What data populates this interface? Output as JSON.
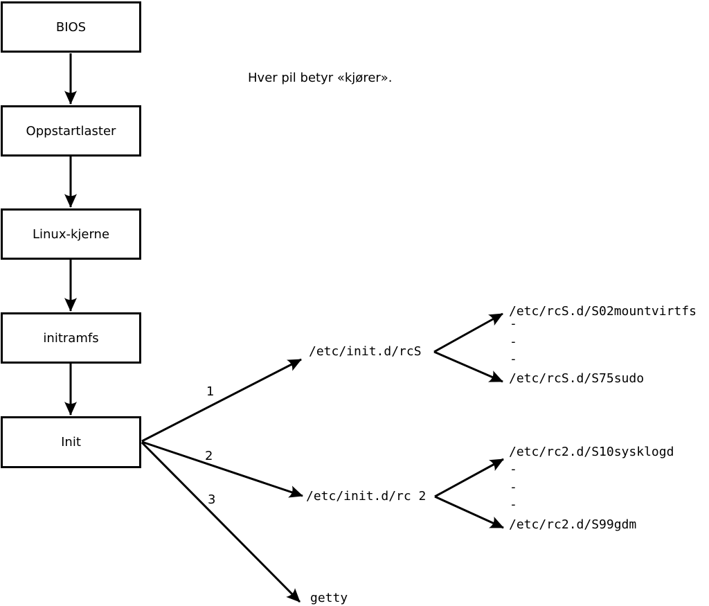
{
  "note": "Hver pil betyr «kjører».",
  "colors": {
    "background": "#ffffff",
    "line": "#000000",
    "box_fill": "#ffffff",
    "text": "#000000"
  },
  "boot_chain": [
    {
      "label": "BIOS"
    },
    {
      "label": "Oppstartlaster"
    },
    {
      "label": "Linux-kjerne"
    },
    {
      "label": "initramfs"
    },
    {
      "label": "Init"
    }
  ],
  "init_branches": [
    {
      "number": "1",
      "target": "/etc/init.d/rcS"
    },
    {
      "number": "2",
      "target": "/etc/init.d/rc 2"
    },
    {
      "number": "3",
      "target": "getty"
    }
  ],
  "clusters": [
    {
      "parent": "/etc/init.d/rcS",
      "children": [
        "/etc/rcS.d/S02mountvirtfs",
        "-",
        "-",
        "-",
        "/etc/rcS.d/S75sudo"
      ]
    },
    {
      "parent": "/etc/init.d/rc 2",
      "children": [
        "/etc/rc2.d/S10sysklogd",
        "-",
        "-",
        "-",
        "/etc/rc2.d/S99gdm"
      ]
    }
  ]
}
